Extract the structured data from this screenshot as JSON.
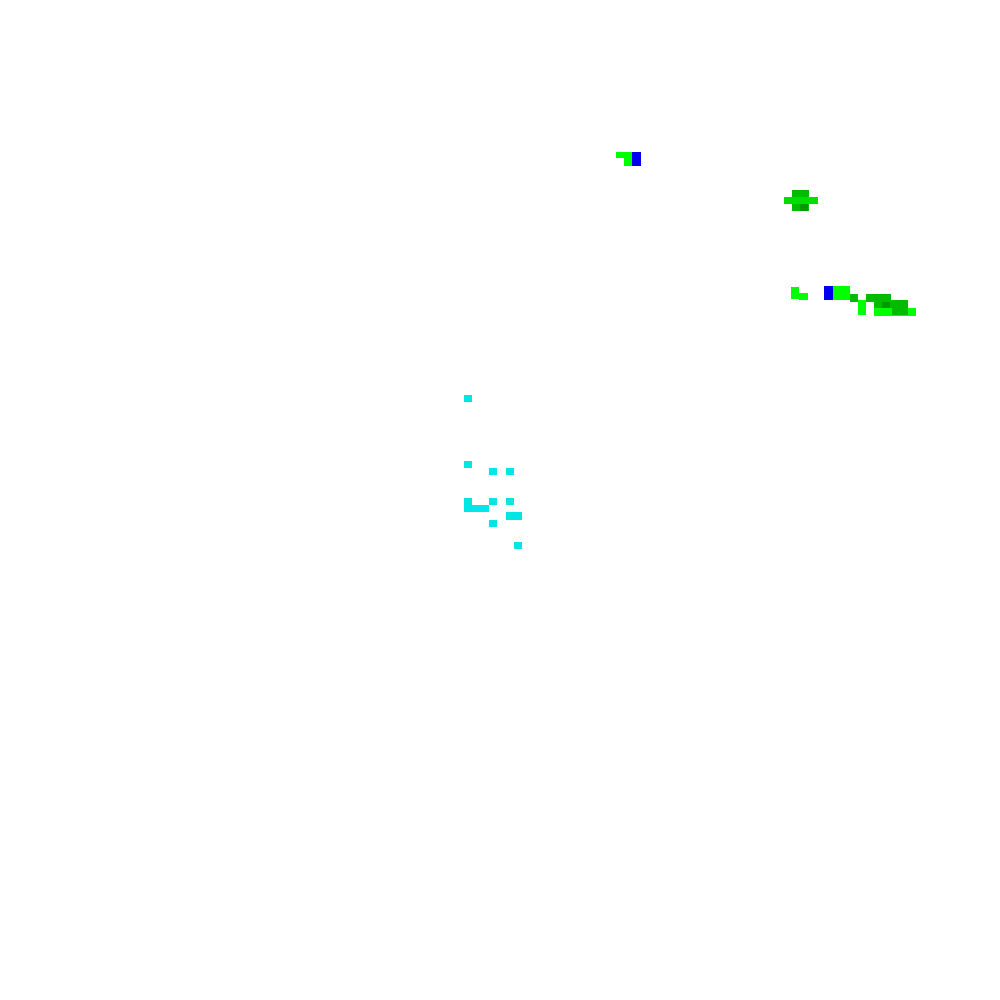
{
  "background_color": "#ffffff",
  "palette": {
    "bright_green": "#00ff00",
    "medium_green": "#00dd00",
    "dark_green": "#00bb00",
    "darker_green": "#009900",
    "blue": "#0000ee",
    "cyan": "#00e5e5"
  },
  "clusters": [
    {
      "name": "upper-left-green-blue-cluster",
      "cells": [
        {
          "color": "bright_green"
        },
        {
          "color": "bright_green"
        },
        {
          "color": "blue"
        }
      ]
    },
    {
      "name": "upper-right-green-cluster",
      "cells": [
        {
          "color": "dark_green"
        },
        {
          "color": "dark_green"
        },
        {
          "color": "medium_green"
        }
      ]
    },
    {
      "name": "right-green-band-cluster",
      "cells": [
        {
          "color": "bright_green"
        },
        {
          "color": "blue"
        },
        {
          "color": "bright_green"
        },
        {
          "color": "dark_green"
        },
        {
          "color": "darker_green"
        }
      ]
    },
    {
      "name": "center-cyan-cluster",
      "cells": [
        {
          "color": "cyan"
        }
      ]
    }
  ]
}
